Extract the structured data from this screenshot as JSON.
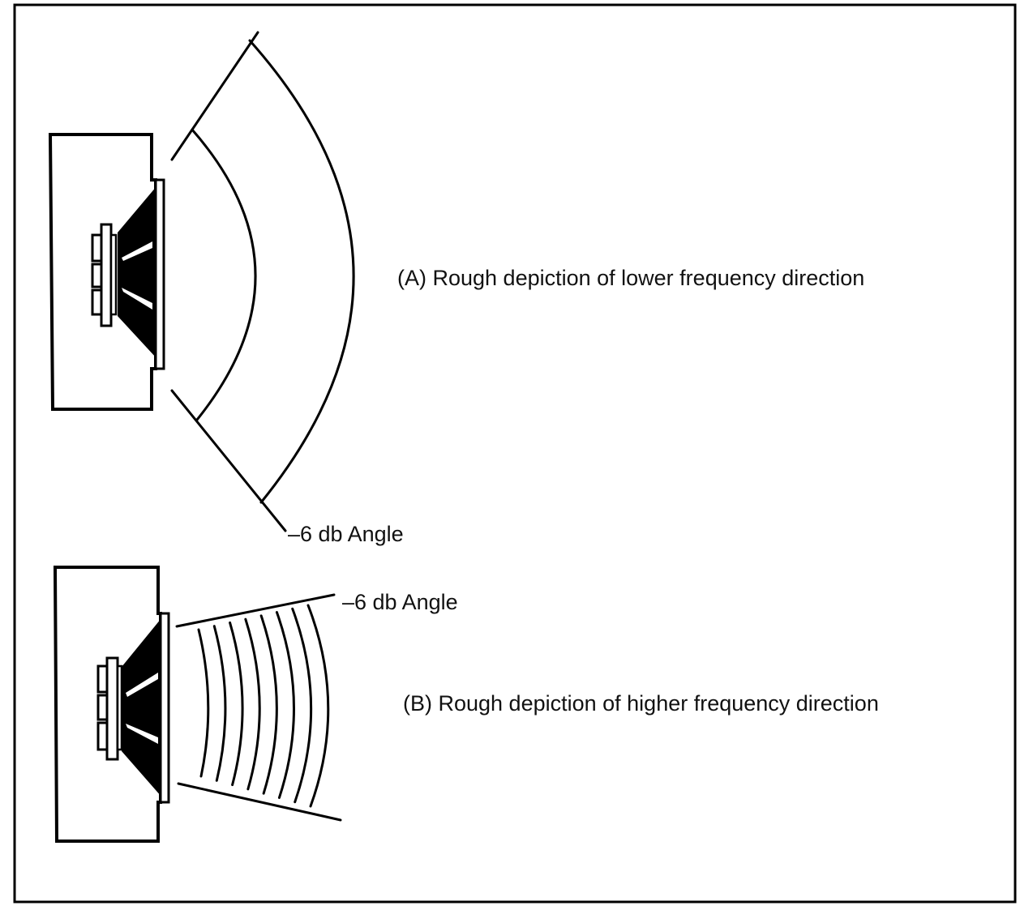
{
  "diagram": {
    "speaker_a": {
      "caption": "(A) Rough depiction of lower frequency direction",
      "angle_label": "–6 db Angle"
    },
    "speaker_b": {
      "caption": "(B) Rough depiction of higher frequency direction",
      "angle_label": "–6 db Angle",
      "wavefront_count": 8
    },
    "colors": {
      "ink": "#000000",
      "background": "#ffffff"
    }
  }
}
